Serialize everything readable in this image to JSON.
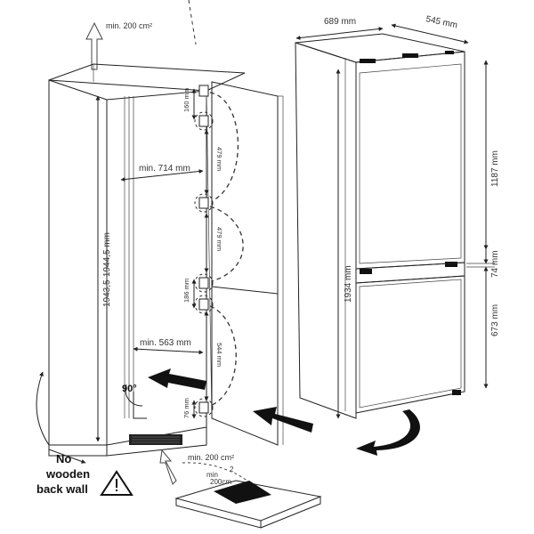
{
  "labels": {
    "vent_top": "min. 200 cm²",
    "vent_bottom": "min. 200 cm²",
    "niche_width": "min. 714 mm",
    "niche_lower_width": "min. 563 mm",
    "niche_height": "1943,5-1944,5 mm",
    "hinge_160": "160 mm",
    "hinge_479a": "479 mm",
    "hinge_479b": "479 mm",
    "hinge_186": "186 mm",
    "hinge_544": "544 mm",
    "hinge_76": "76 mm",
    "angle": "90°",
    "no_wall_line1": "No",
    "no_wall_line2": "wooden",
    "no_wall_line3": "back wall",
    "appliance_width": "689 mm",
    "appliance_depth": "545 mm",
    "appliance_height": "1934 mm",
    "upper_height": "1187 mm",
    "gap_height": "74 mm",
    "lower_height": "673 mm",
    "grille_min": "min",
    "grille_2": "2",
    "grille_area": "200cm"
  },
  "icons": [
    "warning-icon",
    "arrow-up-icon",
    "arrow-right-icon",
    "arrow-left-icon",
    "curved-arrow-icon"
  ]
}
